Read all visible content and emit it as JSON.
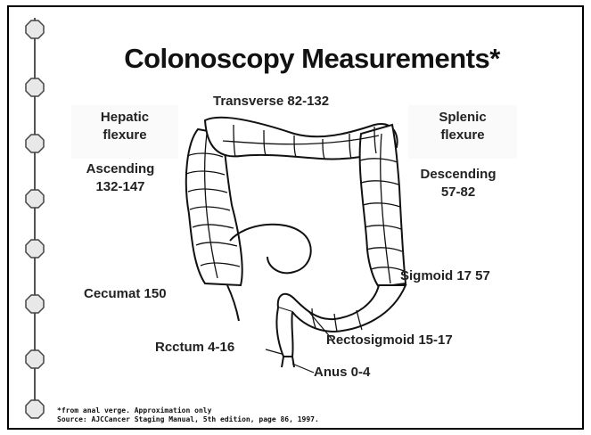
{
  "slide": {
    "title": "Colonoscopy Measurements*",
    "labels": {
      "transverse": "Transverse 82-132",
      "hepatic_line1": "Hepatic",
      "hepatic_line2": "flexure",
      "splenic_line1": "Splenic",
      "splenic_line2": "flexure",
      "ascending_line1": "Ascending",
      "ascending_line2": "132-147",
      "descending_line1": "Descending",
      "descending_line2": "57-82",
      "sigmoid": "Sigmoid 17 57",
      "cecum": "Cecumat 150",
      "rectum": "Rcctum 4-16",
      "rectosigmoid": "Rectosigmoid 15-17",
      "anus": "Anus 0-4"
    },
    "footnote_line1": "*from anal verge. Approximation only",
    "footnote_line2": "Source: AJCCancer Staging Manual, 5th edition, page 86, 1997."
  }
}
